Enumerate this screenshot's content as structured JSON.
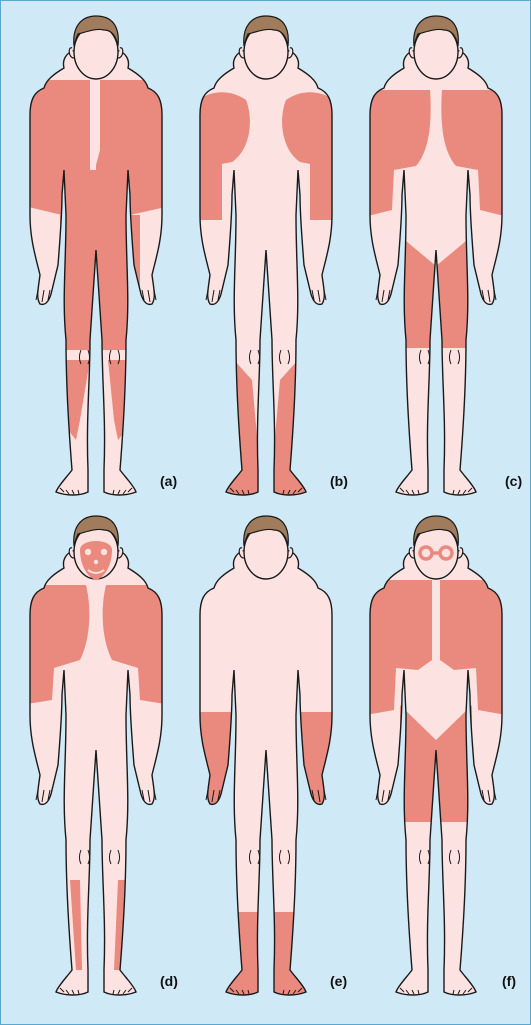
{
  "panels": [
    {
      "id": "a",
      "label": "(a)"
    },
    {
      "id": "b",
      "label": "(b)"
    },
    {
      "id": "c",
      "label": "(c)"
    },
    {
      "id": "d",
      "label": "(d)"
    },
    {
      "id": "e",
      "label": "(e)"
    },
    {
      "id": "f",
      "label": "(f)"
    }
  ],
  "colors": {
    "background": "#cfe9f6",
    "border": "#5aa8d0",
    "skin": "#fde2e2",
    "lesion": "#ea8a7e",
    "hair": "#a07c5c",
    "outline": "#1a1a1a"
  }
}
